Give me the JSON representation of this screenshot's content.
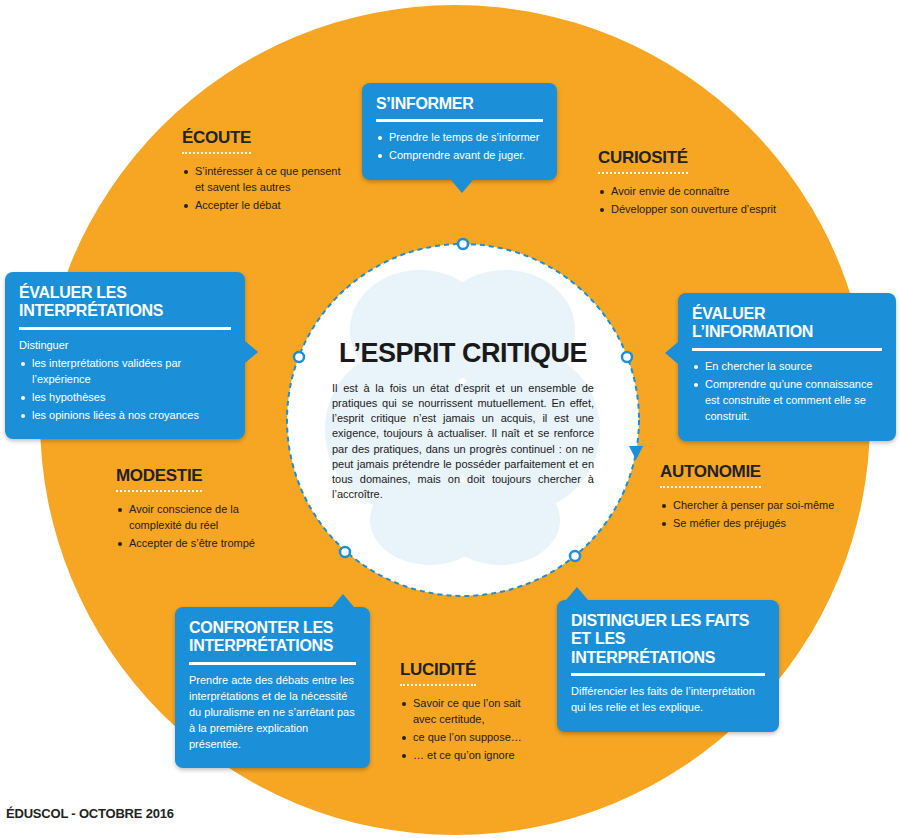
{
  "diagram": {
    "caption": "ÉDUSCOL - OCTOBRE 2016",
    "nodes": [
      {
        "text": [
          "L’ESPRIT CRITIQUE",
          "Il est à la fois un état d’esprit et un ensemble de pratiques qui se nourrissent mutuellement. En effet, l’esprit critique n’est jamais un acquis, il est une exigence, toujours à actualiser. Il naît et se renforce par des pratiques, dans un progrès continuel : on ne peut jamais prétendre le posséder parfaitement et en tous domaines, mais on doit toujours chercher à l’accroître."
        ]
      },
      {
        "text": [
          "S’INFORMER",
          "Prendre le temps de s’informer",
          "Comprendre avant de juger."
        ]
      },
      {
        "text": [
          "ÉVALUER L’INFORMATION",
          "En chercher la source",
          "Comprendre qu’une connaissance est construite et comment elle se construit."
        ]
      },
      {
        "text": [
          "DISTINGUER LES FAITS ET LES INTERPRÉTATIONS",
          "Différencier les faits de l’interprétation qui les relie et les explique."
        ]
      },
      {
        "text": [
          "CONFRONTER LES INTERPRÉTATIONS",
          "Prendre acte des débats entre les interprétations et de la nécessité du pluralisme en ne s’arrêtant pas à la première explication présentée."
        ]
      },
      {
        "text": [
          "ÉVALUER LES INTERPRÉTATIONS",
          "Distinguer",
          "les interprétations validées par l’expérience",
          "les hypothèses",
          "les opinions liées à nos croyances"
        ]
      }
    ],
    "labels": [
      "ÉCOUTE",
      "S’intéresser à ce que pensent et savent les autres",
      "Accepter le débat",
      "CURIOSITÉ",
      "Avoir envie de connaître",
      "Développer son ouverture d’esprit",
      "AUTONOMIE",
      "Chercher à penser par soi-même",
      "Se méfier des préjugés",
      "LUCIDITÉ",
      "Savoir ce que l’on sait avec certitude,",
      "ce que l’on suppose…",
      "… et ce qu’on ignore",
      "MODESTIE",
      "Avoir conscience de la complexité du réel",
      "Accepter de s’être trompé"
    ]
  }
}
